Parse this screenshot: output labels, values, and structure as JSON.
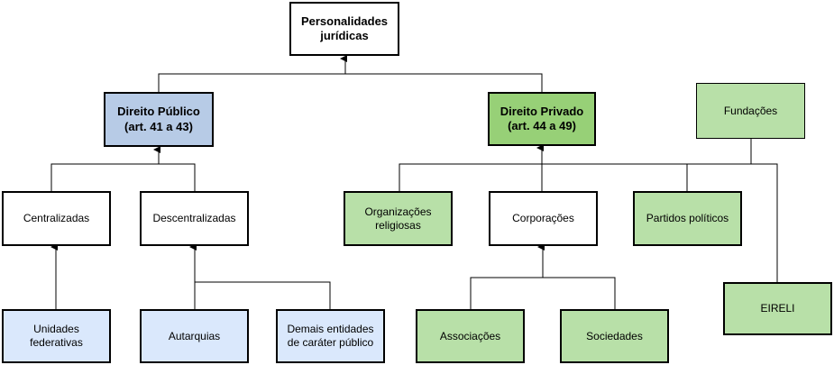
{
  "diagram": {
    "colors": {
      "white": "#ffffff",
      "blue": "#dae8fc",
      "blue_header": "#b7cbe6",
      "green": "#b8e0a8",
      "green_header": "#97d077",
      "line": "#000000"
    },
    "nodes": {
      "root": "Personalidades\njurídicas",
      "publico": "Direito Público\n(art. 41 a 43)",
      "privado": "Direito Privado\n(art. 44 a 49)",
      "fundacoes": "Fundações",
      "centralizadas": "Centralizadas",
      "descentralizadas": "Descentralizadas",
      "organizacoes": "Organizações\nreligiosas",
      "corporacoes": "Corporações",
      "partidos": "Partidos políticos",
      "unidades": "Unidades\nfederativas",
      "autarquias": "Autarquias",
      "demais": "Demais entidades\nde caráter público",
      "associacoes": "Associações",
      "sociedades": "Sociedades",
      "eireli": "EIRELI"
    }
  }
}
